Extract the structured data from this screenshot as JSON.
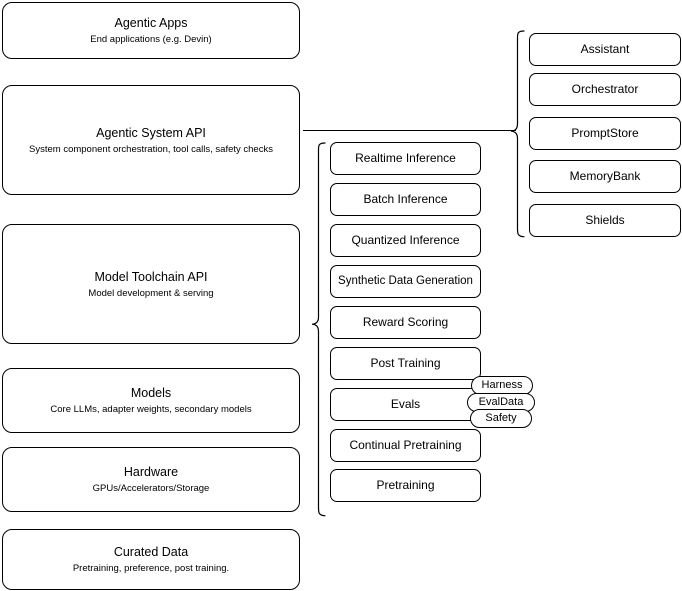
{
  "diagram": {
    "kind": "layered-architecture-diagram",
    "background_color": "#ffffff",
    "stroke_color": "#000000",
    "text_color": "#000000"
  },
  "stack": {
    "name": "left-stack",
    "layers": [
      {
        "id": "agentic-apps",
        "title": "Agentic Apps",
        "subtitle": "End applications (e.g. Devin)"
      },
      {
        "id": "agentic-system-api",
        "title": "Agentic System API",
        "subtitle": "System component orchestration, tool calls, safety checks"
      },
      {
        "id": "model-toolchain-api",
        "title": "Model Toolchain API",
        "subtitle": "Model development & serving"
      },
      {
        "id": "models",
        "title": "Models",
        "subtitle": "Core LLMs, adapter weights, secondary models"
      },
      {
        "id": "hardware",
        "title": "Hardware",
        "subtitle": "GPUs/Accelerators/Storage"
      },
      {
        "id": "curated-data",
        "title": "Curated Data",
        "subtitle": "Pretraining, preference, post training."
      }
    ]
  },
  "system_components": {
    "name": "agentic-system-api-components",
    "connected_to": "agentic-system-api",
    "items": [
      {
        "id": "assistant",
        "label": "Assistant"
      },
      {
        "id": "orchestrator",
        "label": "Orchestrator"
      },
      {
        "id": "promptstore",
        "label": "PromptStore"
      },
      {
        "id": "memorybank",
        "label": "MemoryBank"
      },
      {
        "id": "shields",
        "label": "Shields"
      }
    ]
  },
  "toolchain_components": {
    "name": "model-toolchain-api-components",
    "connected_to": "model-toolchain-api",
    "items": [
      {
        "id": "realtime-inference",
        "label": "Realtime Inference"
      },
      {
        "id": "batch-inference",
        "label": "Batch Inference"
      },
      {
        "id": "quantized-inference",
        "label": "Quantized Inference"
      },
      {
        "id": "synthetic-data-generation",
        "label": "Synthetic Data Generation"
      },
      {
        "id": "reward-scoring",
        "label": "Reward Scoring"
      },
      {
        "id": "post-training",
        "label": "Post Training"
      },
      {
        "id": "evals",
        "label": "Evals"
      },
      {
        "id": "continual-pretraining",
        "label": "Continual Pretraining"
      },
      {
        "id": "pretraining",
        "label": "Pretraining"
      }
    ]
  },
  "evals_badges": {
    "name": "evals-sub-components",
    "attached_to": "evals",
    "items": [
      {
        "id": "harness",
        "label": "Harness"
      },
      {
        "id": "evaldata",
        "label": "EvalData"
      },
      {
        "id": "safety",
        "label": "Safety"
      }
    ]
  }
}
